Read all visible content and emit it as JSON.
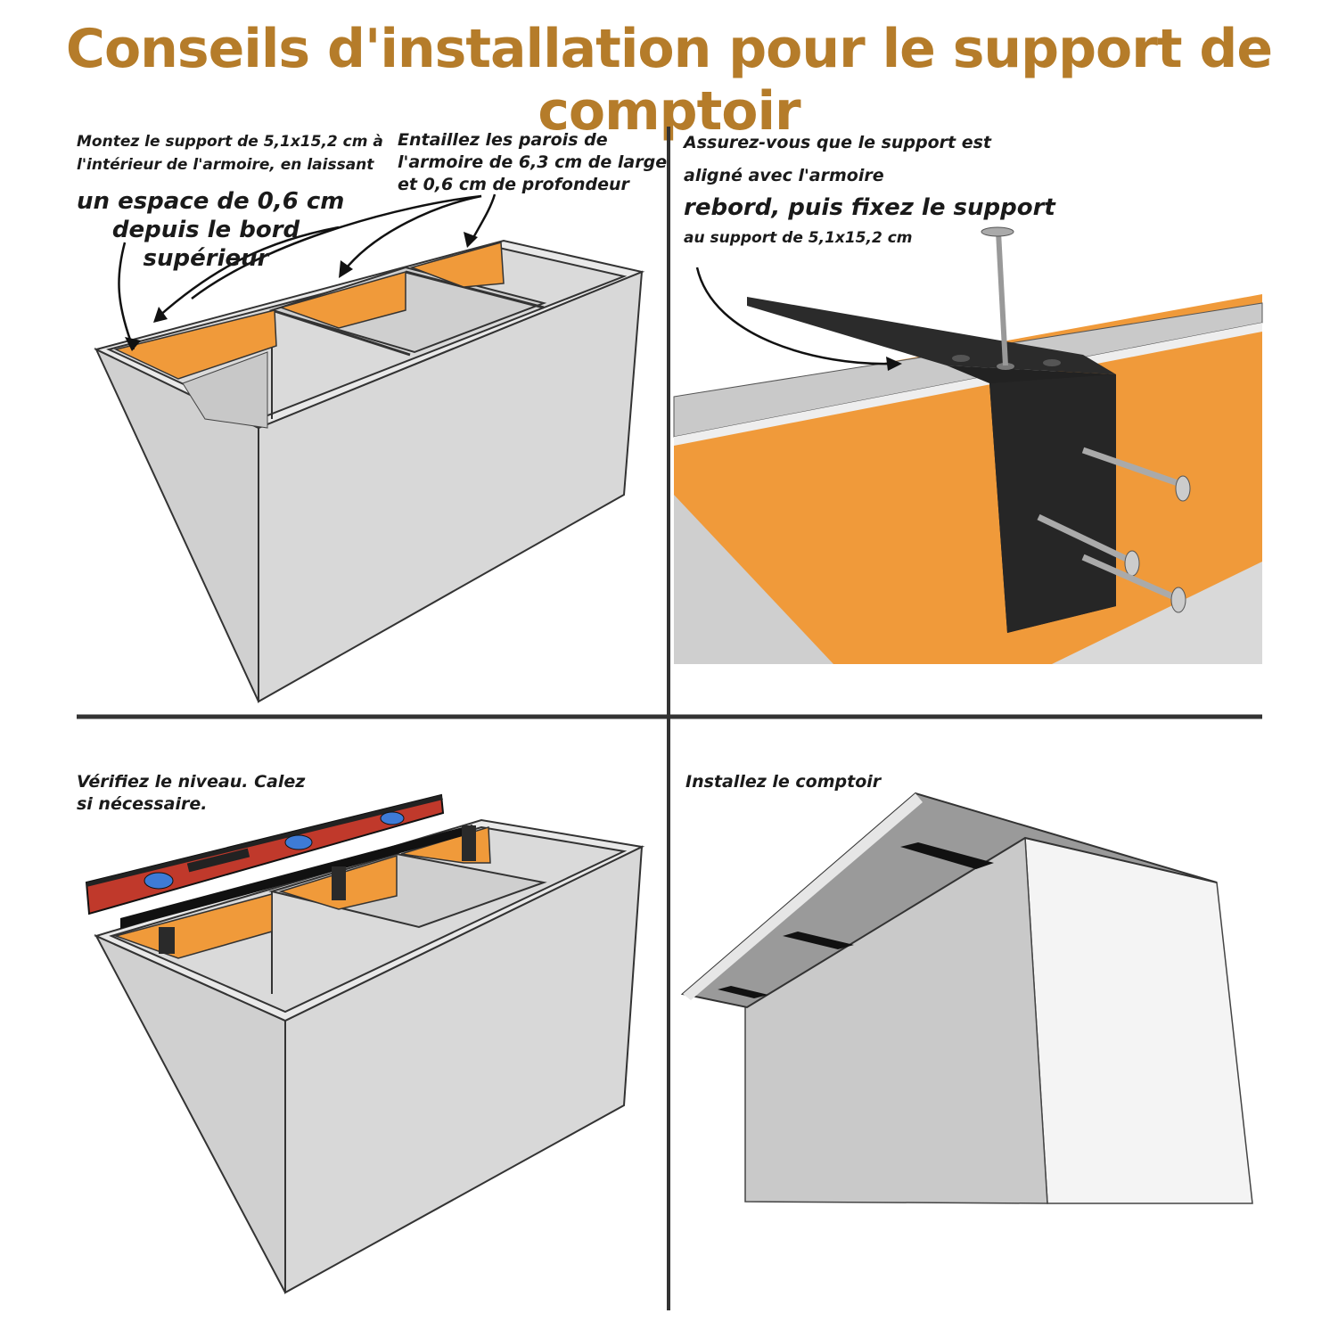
{
  "title": "Conseils d'installation pour le support de comptoir",
  "colors": {
    "title": "#b57c2a",
    "wood": "#f09a3a",
    "cabinet": "#d6d6d6",
    "bracket": "#222222"
  },
  "panels": [
    {
      "step": "mount",
      "note_a": "Montez le support de 5,1x15,2 cm à l'intérieur de l'armoire, en laissant",
      "note_a_line1": "Montez le support de 5,1x15,2 cm à",
      "note_a_line2": "l'intérieur de l'armoire, en laissant",
      "note_b_line1": "un espace de 0,6 cm",
      "note_b_line2": "depuis le bord",
      "note_b_line3": "supérieur",
      "note_c_line1": "Entaillez les parois de",
      "note_c_line2": "l'armoire de 6,3 cm de large",
      "note_c_line3": "et 0,6 cm de profondeur"
    },
    {
      "step": "align",
      "line1": "Assurez-vous que le support est",
      "line2": "aligné avec l'armoire",
      "line3": "rebord, puis fixez le support",
      "line4": "au support de 5,1x15,2 cm"
    },
    {
      "step": "level",
      "line1": "Vérifiez le niveau. Calez",
      "line2": "si nécessaire."
    },
    {
      "step": "countertop",
      "line1": "Installez le comptoir"
    }
  ]
}
